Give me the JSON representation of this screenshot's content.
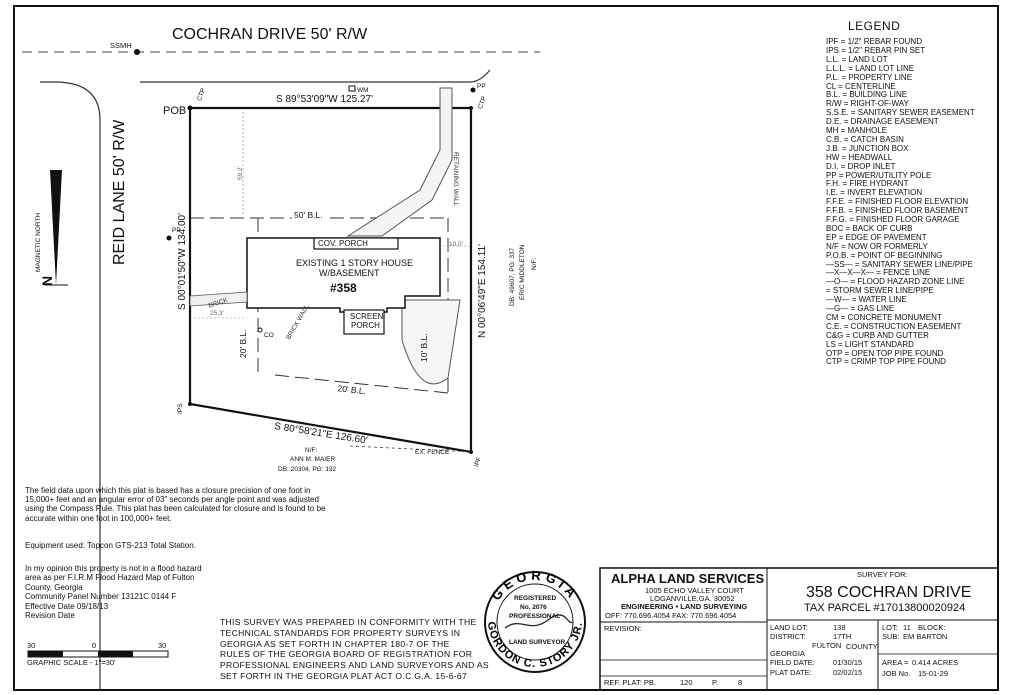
{
  "street_top": "COCHRAN DRIVE 50' R/W",
  "street_left": "REID LANE 50' R/W",
  "ssmh": "SSMH",
  "wm": "WM",
  "pp_top": "PP",
  "pp_left": "PP",
  "pob": "POB",
  "ctp_top_left": "CTP",
  "ctp_top_right": "CTP",
  "ips_bottom_left": "IPS",
  "ipf_bottom_right": "IPF",
  "bearing_north": "S 89°53'09\"W  125.27'",
  "bearing_west": "S 00°01'50\"W  134.00'",
  "bearing_east": "N 00°06'49\"E  154.11'",
  "bearing_south": "S 80°58'21\"E  126.60'",
  "dim_59": "59.2'",
  "dim_10": "10.0'",
  "dim_25": "25.3'",
  "bl_front": "50' B.L.",
  "bl_rear": "20' B.L.",
  "bl_left": "20' B.L.",
  "bl_right": "10' B.L.",
  "retaining_wall": "RETAINING WALL",
  "brick_walk": "BRICK",
  "brick_wall": "BRICK WALL",
  "co": "CO",
  "cov_porch": "COV. PORCH",
  "house_line1": "EXISTING 1 STORY HOUSE",
  "house_line2": "W/BASEMENT",
  "house_number": "#358",
  "screen_porch_1": "SCREEN",
  "screen_porch_2": "PORCH",
  "neighbor_east_1": "N/F:",
  "neighbor_east_2": "ERIC MIDDLETON",
  "neighbor_east_3": "DB: 49607, PG: 337",
  "neighbor_south_1": "N/F:",
  "neighbor_south_2": "ANN M. MAIER",
  "neighbor_south_3": "DB: 20304, PG: 192",
  "ex_fence": "EX. FENCE",
  "magnetic_north": "MAGNETIC NORTH",
  "legend": {
    "title": "LEGEND",
    "items": [
      "IPF = 1/2\" REBAR FOUND",
      "IPS = 1/2\" REBAR PIN SET",
      "L.L. = LAND LOT",
      "L.L.L. = LAND LOT LINE",
      "P.L. = PROPERTY LINE",
      "CL = CENTERLINE",
      "B.L. = BUILDING LINE",
      "R/W = RIGHT-OF-WAY",
      "S.S.E. = SANITARY SEWER EASEMENT",
      "D.E. = DRAINAGE EASEMENT",
      "MH = MANHOLE",
      "C.B. = CATCH BASIN",
      "J.B. = JUNCTION BOX",
      "HW = HEADWALL",
      "D.I. = DROP INLET",
      "PP = POWER/UTILITY POLE",
      "F.H. = FIRE HYDRANT",
      "I.E. = INVERT ELEVATION",
      "F.F.E. = FINISHED FLOOR ELEVATION",
      "F.F.B. = FINISHED FLOOR BASEMENT",
      "F.F.G. = FINISHED FLOOR GARAGE",
      "BOC = BACK OF CURB",
      "EP = EDGE OF PAVEMENT",
      "N/F = NOW OR FORMERLY",
      "P.O.B. = POINT OF BEGINNING",
      "—SS— = SANITARY SEWER LINE/PIPE",
      "—X—X—X— = FENCE LINE",
      "—O— = FLOOD HAZARD ZONE LINE",
      "= STORM SEWER LINE/PIPE",
      "—W— = WATER LINE",
      "—G— = GAS LINE",
      "CM = CONCRETE MONUMENT",
      "C.E. = CONSTRUCTION EASEMENT",
      "C&G = CURB AND GUTTER",
      "LS = LIGHT STANDARD",
      "OTP = OPEN TOP PIPE FOUND",
      "CTP = CRIMP TOP PIPE FOUND"
    ]
  },
  "closure_note": "The field data upon which this plat is based has a closure precision of one foot in 15,000+ feet and an angular error of 03\" seconds per angle point and was adjusted using the Compass Rule. This plat has been calculated for closure and is found to be accurate within one foot in 100,000+ feet.",
  "equipment": "Equipment used: Topcon GTS-213 Total Station.",
  "flood_note": [
    "In my opinion this property is not in a flood hazard",
    "area as per F.I.R.M Flood Hazard Map of Fulton",
    "County, Georgia",
    "Community Panel Number 13121C 0144 F",
    "Effective Date 09/18/13",
    "Revision Date"
  ],
  "scale": {
    "n0": "30",
    "n1": "0",
    "n2": "30",
    "label": "GRAPHIC SCALE - 1\"=30'"
  },
  "conformity": [
    "THIS SURVEY WAS PREPARED IN CONFORMITY WITH THE",
    "TECHNICAL STANDARDS FOR PROPERTY SURVEYS IN",
    "GEORGIA AS SET FORTH IN CHAPTER 180-7 OF THE",
    "RULES OF THE GEORGIA BOARD OF REGISTRATION FOR",
    "PROFESSIONAL ENGINEERS AND LAND SURVEYORS AND AS",
    "SET FORTH IN THE GEORGIA PLAT ACT O.C.G.A. 15-6-67"
  ],
  "seal": {
    "top": "GEORGIA",
    "registered": "REGISTERED",
    "no": "No. 2076",
    "professional": "PROFESSIONAL",
    "land_surveyor": "LAND SURVEYOR",
    "bottom": "GORDON C. STORY JR."
  },
  "company": {
    "name": "ALPHA LAND SERVICES",
    "address1": "1005 ECHO VALLEY COURT",
    "address2": "LOGANVILLE,GA. 30052",
    "services": "ENGINEERING • LAND SURVEYING",
    "phone": "OFF: 770.696.4054  FAX: 770.696.4054"
  },
  "revision_label": "REVISION:",
  "ref_plat": {
    "label": "REF. PLAT: PB.",
    "pb": "120",
    "p_label": "P.",
    "p": "8"
  },
  "survey_for_label": "SURVEY FOR:",
  "survey_title": "358 COCHRAN DRIVE",
  "tax_parcel": "TAX PARCEL #17013800020924",
  "info": {
    "land_lot_label": "LAND LOT:",
    "land_lot": "138",
    "district_label": "DISTRICT:",
    "district": "17TH",
    "county": "FULTON",
    "county_label": "COUNTY",
    "state": "GEORGIA",
    "field_date_label": "FIELD DATE:",
    "field_date": "01/30/15",
    "plat_date_label": "PLAT DATE:",
    "plat_date": "02/02/15",
    "lot_label": "LOT:",
    "lot": "11",
    "block_label": "BLOCK:",
    "sub_label": "SUB:",
    "sub": "EM BARTON",
    "area_label": "AREA =",
    "area": "0.414 ACRES",
    "job_label": "JOB No.",
    "job": "15-01-29"
  }
}
